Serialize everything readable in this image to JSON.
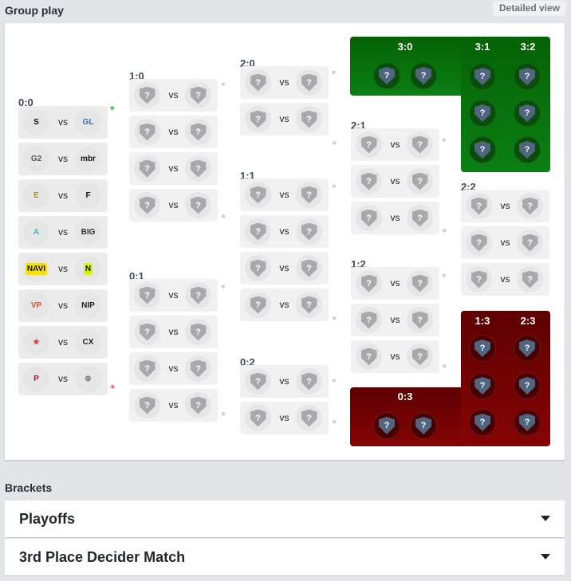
{
  "header": {
    "title": "Group play",
    "detailed_view": "Detailed view"
  },
  "vs": "vs",
  "unknown": "?",
  "rounds": [
    {
      "label": "0:0",
      "matches": [
        {
          "a": "spirit",
          "b": "gamerlegion"
        },
        {
          "a": "g2",
          "b": "mibr"
        },
        {
          "a": "ence",
          "b": "furia"
        },
        {
          "a": "aurora",
          "b": "big"
        },
        {
          "a": "navi",
          "b": "nemiga"
        },
        {
          "a": "virtus-pro",
          "b": "nip"
        },
        {
          "a": "astralis",
          "b": "complexity"
        },
        {
          "a": "pain",
          "b": "imperial"
        }
      ]
    },
    {
      "label": "1:0",
      "count": 4
    },
    {
      "label": "0:1",
      "count": 4
    },
    {
      "label": "2:0",
      "count": 2
    },
    {
      "label": "1:1",
      "count": 4
    },
    {
      "label": "0:2",
      "count": 2
    },
    {
      "label": "2:1",
      "count": 3
    },
    {
      "label": "1:2",
      "count": 3
    },
    {
      "label": "2:2",
      "count": 3
    }
  ],
  "outcomes": {
    "advanced": {
      "labels": [
        "3:0",
        "3:1",
        "3:2"
      ],
      "color": "#0b7f14"
    },
    "eliminated": {
      "labels": [
        "0:3",
        "1:3",
        "2:3"
      ],
      "color": "#860405"
    }
  },
  "brackets": {
    "title": "Brackets",
    "items": [
      "Playoffs",
      "3rd Place Decider Match"
    ]
  }
}
